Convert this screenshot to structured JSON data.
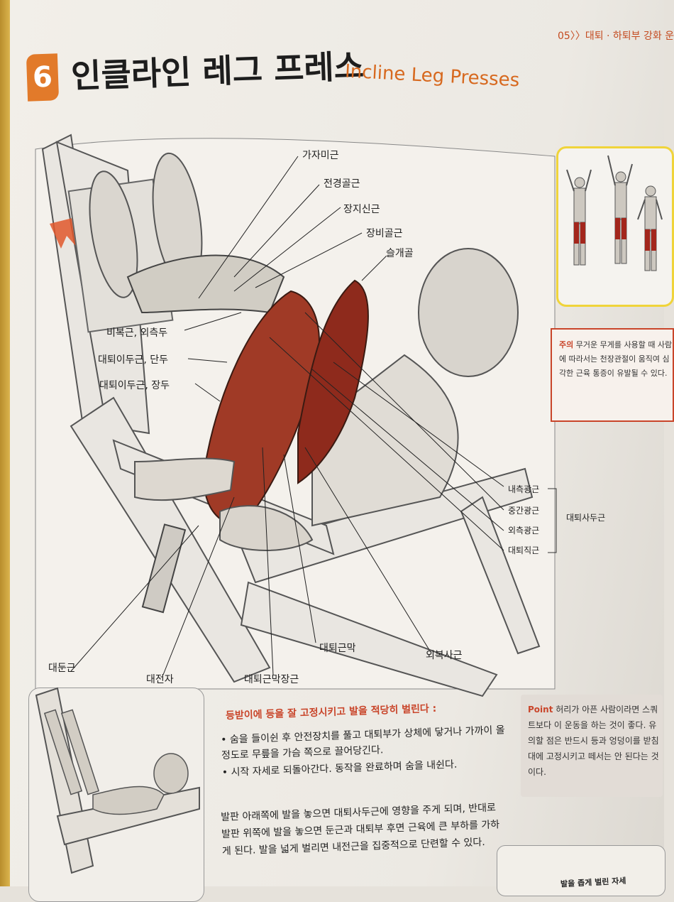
{
  "header": {
    "chapter": "05〉〉대퇴 · 하퇴부 강화 운",
    "number": "6",
    "title_ko": "인클라인 레그 프레스",
    "title_en": "Incline Leg Presses"
  },
  "labels": {
    "gaja": "가자미근",
    "jeongyeong": "전경골근",
    "jangji": "장지신근",
    "jangbi": "장비골근",
    "seulgae": "슬개골",
    "bibok": "비복근, 외측두",
    "daetoe_dan": "대퇴이두근, 단두",
    "daetoe_jang": "대퇴이두근, 장두",
    "naecheuk": "내측광근",
    "junggan": "중간광근",
    "oecheuk": "외측광근",
    "daetoe_jik": "대퇴직근",
    "sadugun": "대퇴사두근",
    "daedun": "대둔근",
    "daejeonja": "대전자",
    "daetoe_makjang": "대퇴근막장근",
    "daetoe_mak": "대퇴근막",
    "oebok": "외복사근"
  },
  "caution": {
    "title": "주의",
    "text": "무거운 무게를 사용할 때 사람에 따라서는 천장관절이 움직여 심각한 근육 통증이 유발될 수 있다."
  },
  "instructions": {
    "heading": "등받이에 등을 잘 고정시키고 발을 적당히 벌린다 :",
    "item1": "• 숨을 들이쉰 후 안전장치를 풀고 대퇴부가 상체에 닿거나 가까이 올 정도로 무릎을 가슴 쪽으로 끌어당긴다.",
    "item2": "• 시작 자세로 되돌아간다. 동작을 완료하며 숨을 내쉰다.",
    "para": "발판 아래쪽에 발을 놓으면 대퇴사두근에 영향을 주게 되며, 반대로 발판 위쪽에 발을 놓으면 둔근과 대퇴부 후면 근육에 큰 부하를 가하게 된다. 발을 넓게 벌리면 내전근을 집중적으로 단련할 수 있다."
  },
  "point": {
    "title": "Point",
    "text": "허리가 아픈 사람이라면 스쿼트보다 이 운동을 하는 것이 좋다. 유의할 점은 반드시 등과 엉덩이를 받침대에 고정시키고 떼서는 안 된다는 것이다."
  },
  "foot_note": "발을 좁게 벌린 자세",
  "colors": {
    "accent": "#e27a2a",
    "red": "#c9452a",
    "yellow": "#f0d43a",
    "muscle": "#9c2a1c"
  }
}
